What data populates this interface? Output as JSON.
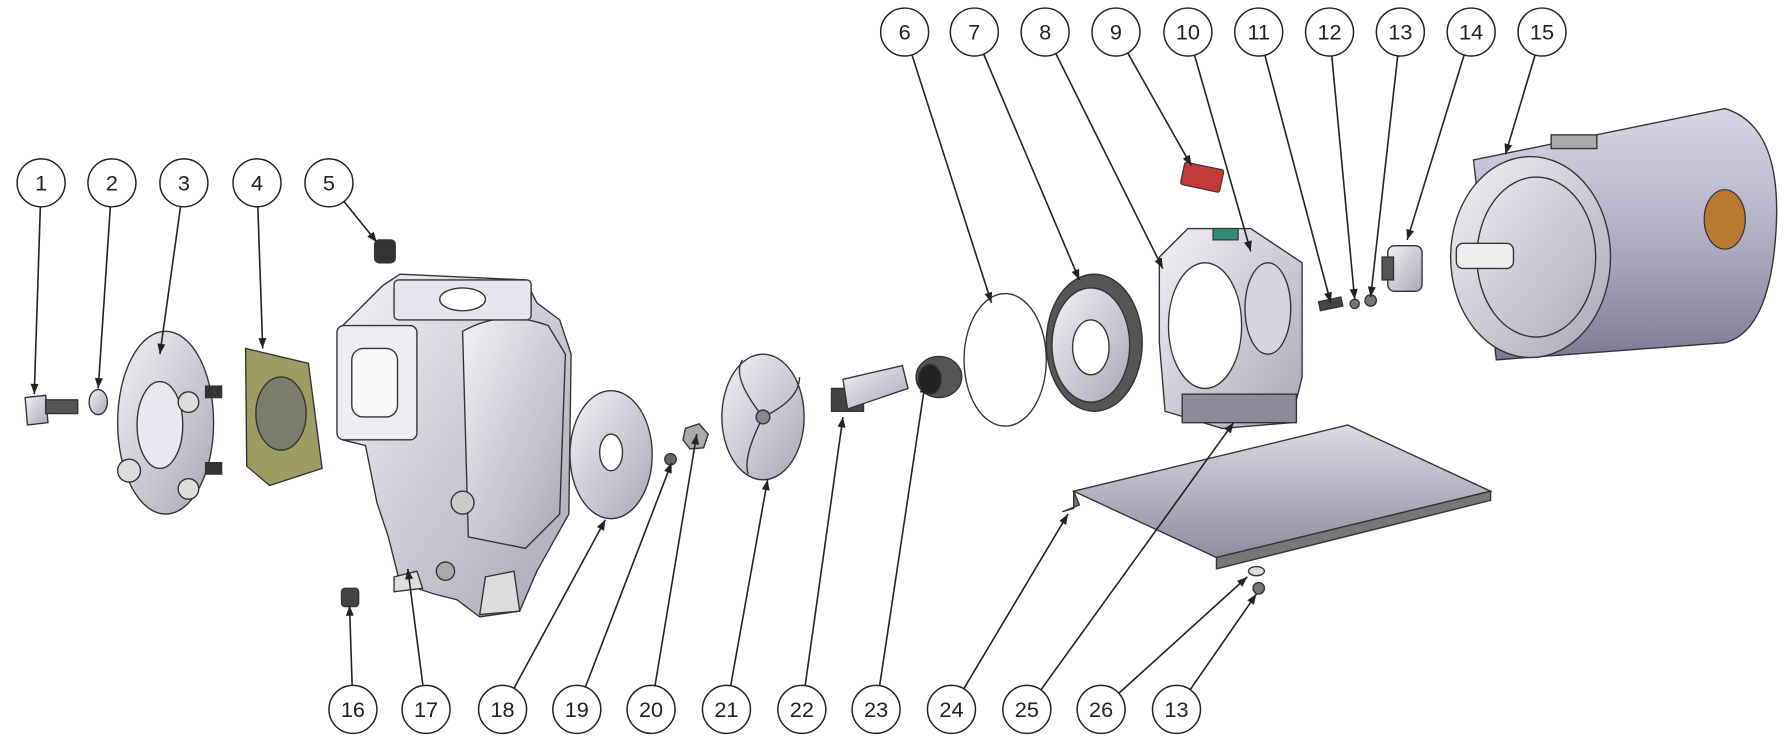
{
  "diagram": {
    "type": "exploded-parts-view",
    "balloons": [
      "1",
      "2",
      "3",
      "4",
      "5",
      "6",
      "7",
      "8",
      "9",
      "10",
      "11",
      "12",
      "13",
      "14",
      "15",
      "16",
      "17",
      "18",
      "19",
      "20",
      "21",
      "22",
      "23",
      "24",
      "25",
      "26",
      "13"
    ]
  },
  "colors": {
    "metal": "#c9c7d2",
    "metal_dark": "#8d8b99",
    "gasket": "#9a9a60",
    "label_red": "#c23a3a",
    "accent_teal": "#2f8a7a",
    "motor_end": "#b9792e"
  }
}
